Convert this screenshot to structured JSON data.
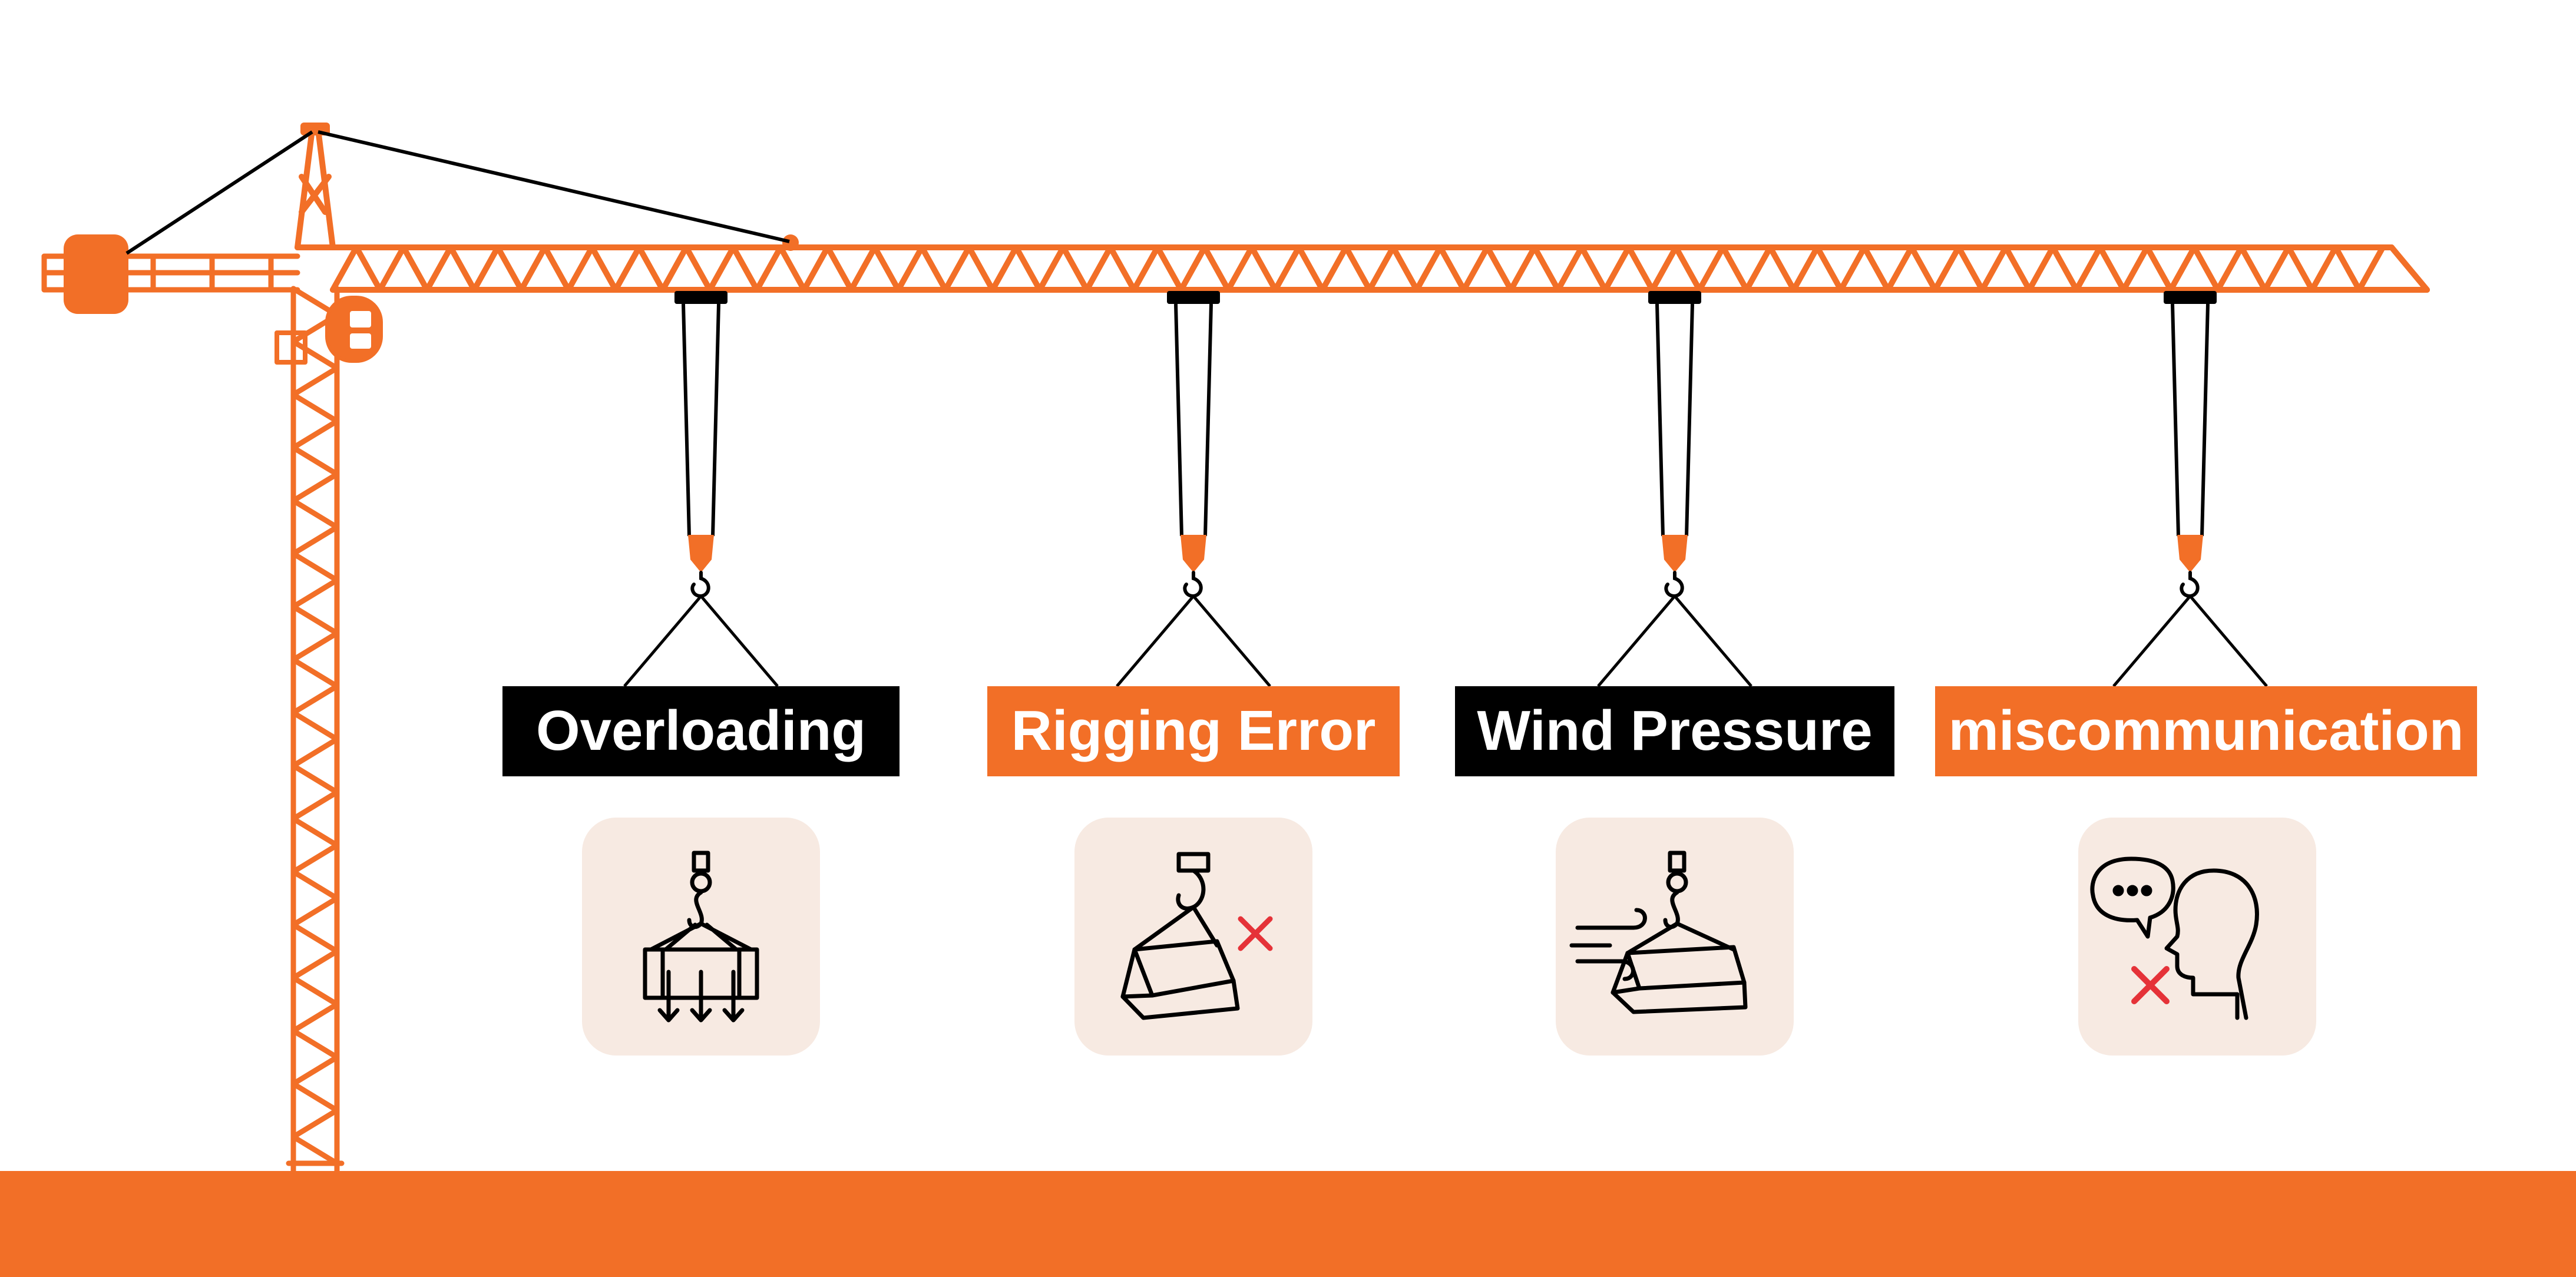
{
  "colors": {
    "accent": "#f26f27",
    "dark": "#000000",
    "tile": "#f7eae2",
    "error": "#e53238",
    "background": "#ffffff"
  },
  "hazards": [
    {
      "label": "Overloading",
      "style": "dark",
      "icon": "overload-load-icon"
    },
    {
      "label": "Rigging Error",
      "style": "accent",
      "icon": "rigging-error-icon"
    },
    {
      "label": "Wind Pressure",
      "style": "dark",
      "icon": "wind-pressure-icon"
    },
    {
      "label": "miscommunication",
      "style": "accent",
      "icon": "miscommunication-icon"
    }
  ]
}
